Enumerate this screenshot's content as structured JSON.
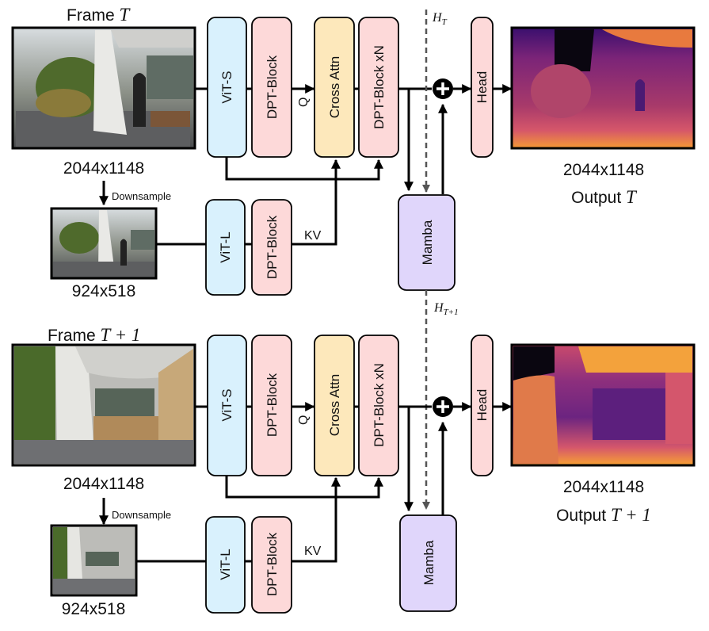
{
  "colors": {
    "vit": "#d9f1fd",
    "dpt": "#fdd9d9",
    "cross_attn": "#fde8bb",
    "mamba": "#e0d6fb",
    "head": "#fdd9d9",
    "line": "#000000",
    "dashed": "#555555"
  },
  "rows": [
    {
      "frame_label": "Frame",
      "frame_math": "T",
      "input_resolution": "2044x1148",
      "downsample_label": "Downsample",
      "low_resolution": "924x518",
      "blocks": {
        "vit_s": "ViT-S",
        "dpt_block": "DPT-Block",
        "cross_attn": "Cross Attn",
        "dpt_block_xn": "DPT-Block xN",
        "head": "Head",
        "vit_l": "ViT-L",
        "dpt_block_low": "DPT-Block",
        "mamba": "Mamba"
      },
      "q_label": "Q",
      "kv_label": "KV",
      "hidden_state": "H",
      "hidden_sub": "T",
      "output_resolution": "2044x1148",
      "output_label": "Output",
      "output_math": "T"
    },
    {
      "frame_label": "Frame",
      "frame_math": "T + 1",
      "input_resolution": "2044x1148",
      "downsample_label": "Downsample",
      "low_resolution": "924x518",
      "blocks": {
        "vit_s": "ViT-S",
        "dpt_block": "DPT-Block",
        "cross_attn": "Cross Attn",
        "dpt_block_xn": "DPT-Block xN",
        "head": "Head",
        "vit_l": "ViT-L",
        "dpt_block_low": "DPT-Block",
        "mamba": "Mamba"
      },
      "q_label": "Q",
      "kv_label": "KV",
      "hidden_state": "H",
      "hidden_sub": "T+1",
      "output_resolution": "2044x1148",
      "output_label": "Output",
      "output_math": "T + 1"
    }
  ],
  "icons": {
    "plus": "add-circle-icon"
  }
}
